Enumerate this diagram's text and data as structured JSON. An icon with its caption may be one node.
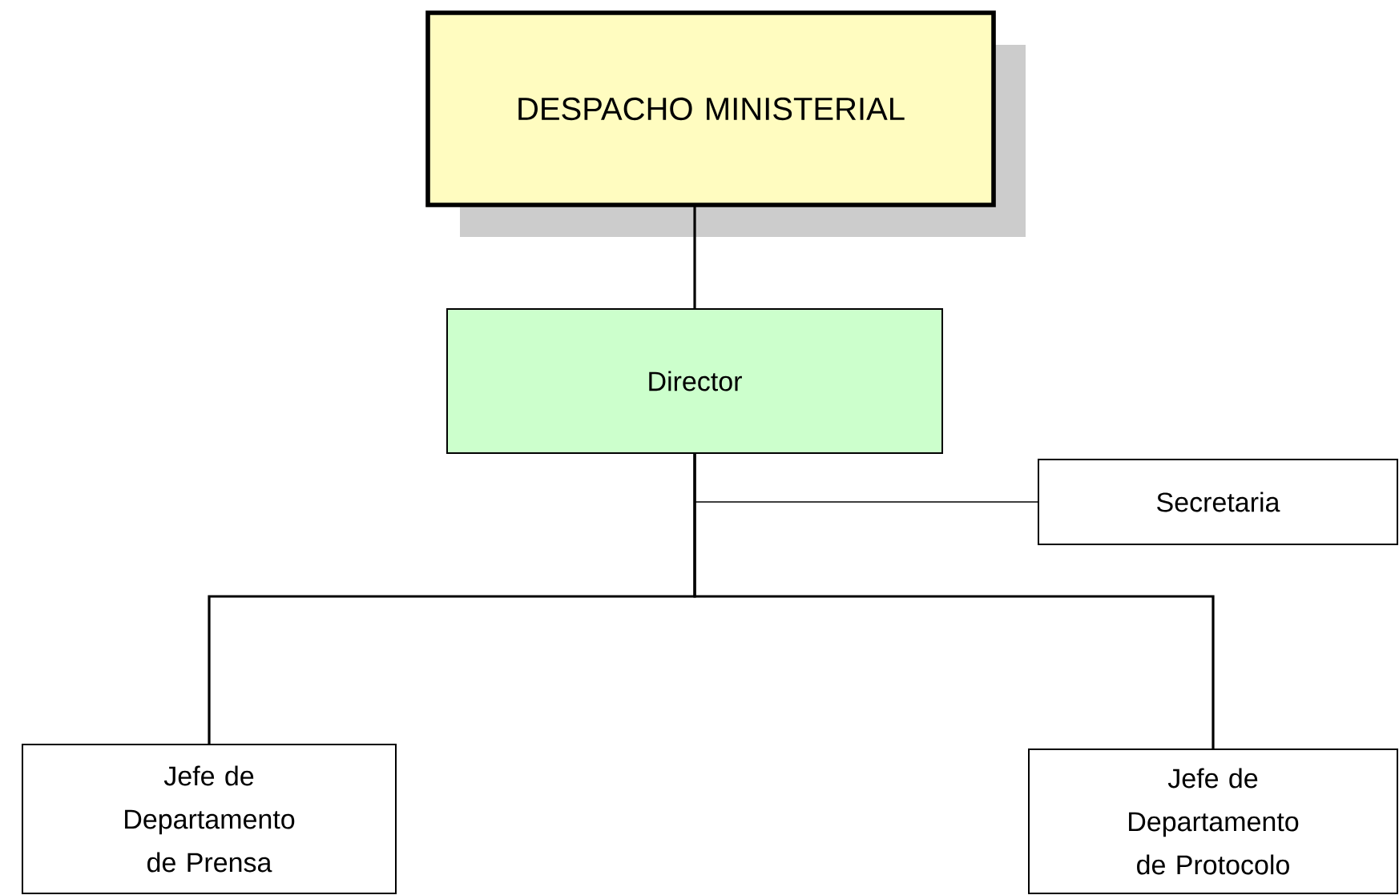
{
  "diagram": {
    "nodes": [
      {
        "text": [
          "DESPACHO MINISTERIAL"
        ]
      },
      {
        "text": [
          "Director"
        ]
      },
      {
        "text": [
          "Secretaria"
        ]
      },
      {
        "text": [
          "Jefe de Departamento de Prensa"
        ]
      },
      {
        "text": [
          "Jefe de Departamento de Protocolo"
        ]
      }
    ],
    "edges": [
      {
        "from": 0,
        "to": 1,
        "arrow": "none"
      },
      {
        "from": 1,
        "to": 2,
        "arrow": "none"
      },
      {
        "from": 1,
        "to": 3,
        "arrow": "none"
      },
      {
        "from": 1,
        "to": 4,
        "arrow": "none"
      }
    ]
  }
}
